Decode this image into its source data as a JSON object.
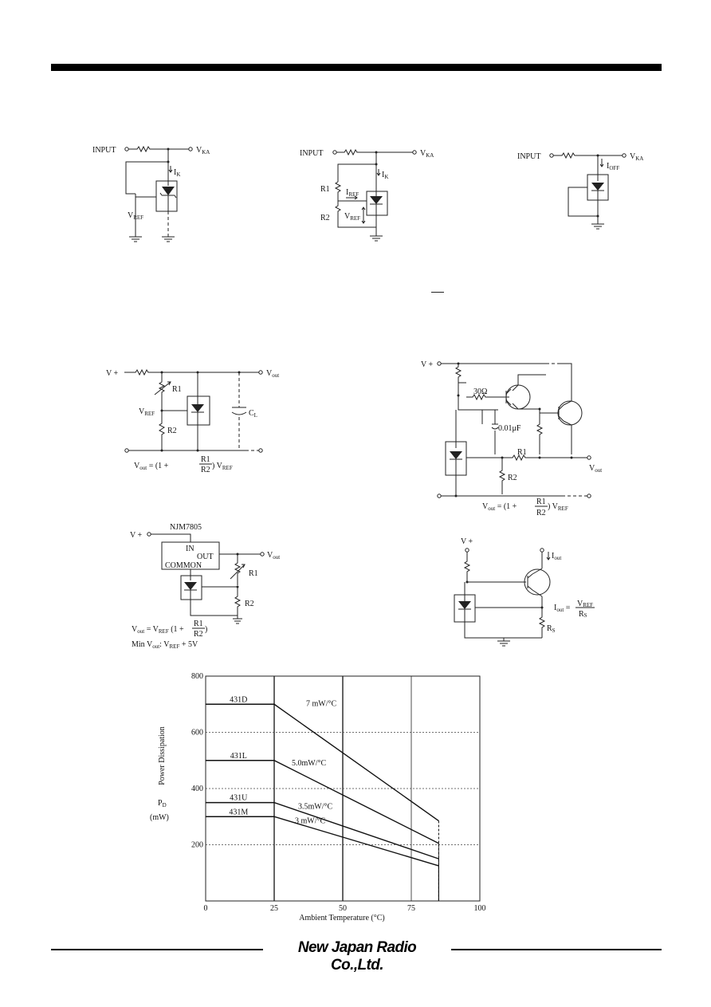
{
  "circuits": {
    "c1": {
      "input": "INPUT",
      "vka": "V",
      "vka_sub": "KA",
      "ik": "I",
      "ik_sub": "K",
      "vref": "V",
      "vref_sub": "REF"
    },
    "c2": {
      "input": "INPUT",
      "vka": "V",
      "vka_sub": "KA",
      "ik": "I",
      "ik_sub": "K",
      "iref": "I",
      "iref_sub": "REF",
      "vref": "V",
      "vref_sub": "REF",
      "r1": "R1",
      "r2": "R2"
    },
    "c3": {
      "input": "INPUT",
      "vka": "V",
      "vka_sub": "KA",
      "ioff": "I",
      "ioff_sub": "OFF"
    },
    "c4": {
      "vplus": "V +",
      "vout": "V",
      "vout_sub": "out",
      "r1": "R1",
      "r2": "R2",
      "vref": "V",
      "vref_sub": "REF",
      "cl": "C",
      "cl_sub": "L",
      "formula": "V",
      "formula_sub": "out",
      "formula_eq": " = (1 +",
      "frac_num": "R1",
      "frac_den": "R2",
      "formula_tail": ") V",
      "formula_tail_sub": "REF"
    },
    "c5": {
      "vplus": "V +",
      "r30": "30Ω",
      "cap": "0.01μF",
      "r1": "R1",
      "r2": "R2",
      "vout": "V",
      "vout_sub": "out",
      "formula": "V",
      "formula_sub": "out",
      "formula_eq": " = (1 +",
      "frac_num": "R1",
      "frac_den": "R2",
      "formula_tail": ") V",
      "formula_tail_sub": "REF"
    },
    "c6": {
      "vplus": "V +",
      "chip": "NJM7805",
      "pin_in": "IN",
      "pin_out": "OUT",
      "pin_common": "COMMON",
      "vout": "V",
      "vout_sub": "out",
      "r1": "R1",
      "r2": "R2",
      "formula": "V",
      "formula_sub": "out",
      "formula_eq": " = V",
      "formula_eq_sub": "REF",
      "formula_paren": " (1 +",
      "frac_num": "R1",
      "frac_den": "R2",
      "formula_close": ")",
      "min_label": "Min V",
      "min_sub": "out",
      "min_value": ":  V",
      "min_value_sub": "REF",
      "min_tail": " + 5V"
    },
    "c7": {
      "vplus": "V +",
      "iout": "I",
      "iout_sub": "out",
      "formula": "I",
      "formula_sub": "out",
      "formula_eq": " =",
      "frac_num": "V",
      "frac_num_sub": "REF",
      "frac_den": "R",
      "frac_den_sub": "S",
      "rs": "R",
      "rs_sub": "S"
    }
  },
  "chart_data": {
    "type": "line",
    "xlabel": "Ambient Temperature (°C)",
    "ylabel_main": "Power Dissipation",
    "ylabel_sym": "P",
    "ylabel_sym_sub": "D",
    "ylabel_unit": "(mW)",
    "xlim": [
      0,
      100
    ],
    "ylim": [
      0,
      800
    ],
    "x_ticks": [
      0,
      25,
      50,
      75,
      100
    ],
    "y_ticks": [
      200,
      400,
      600,
      800
    ],
    "series": [
      {
        "name": "431D",
        "derating": "7 mW/°C",
        "points": [
          [
            0,
            700
          ],
          [
            25,
            700
          ],
          [
            85,
            285
          ]
        ]
      },
      {
        "name": "431L",
        "derating": "5.0mW/°C",
        "points": [
          [
            0,
            500
          ],
          [
            25,
            500
          ],
          [
            85,
            205
          ]
        ]
      },
      {
        "name": "431U",
        "derating": "3.5mW/°C",
        "points": [
          [
            0,
            350
          ],
          [
            25,
            350
          ],
          [
            85,
            150
          ]
        ]
      },
      {
        "name": "431M",
        "derating": "3 mW/°C",
        "points": [
          [
            0,
            300
          ],
          [
            25,
            300
          ],
          [
            85,
            125
          ]
        ]
      }
    ]
  },
  "footer": {
    "brand": "New Japan Radio Co.,Ltd."
  }
}
